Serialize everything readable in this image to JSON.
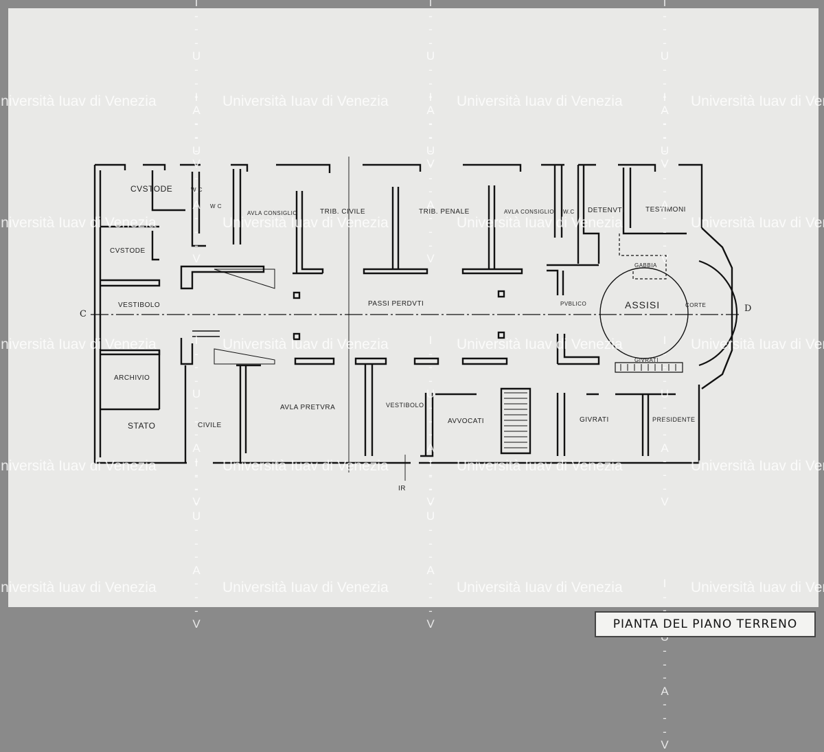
{
  "caption": "PIANTA DEL PIANO TERRENO",
  "rooms": {
    "custode_1": "CVSTODE",
    "wc_1": "W C",
    "wc_2": "W C",
    "aula_consiglio_1": "AVLA CONSIGLIO",
    "trib_civile": "TRIB. CIVILE",
    "trib_penale": "TRIB. PENALE",
    "aula_consiglio_2": "AVLA CONSIGLIO",
    "wc_3": "W.C",
    "detenuti": "DETENVTI",
    "testimoni": "TESTIMONI",
    "custode_2": "CVSTODE",
    "gabbia": "GABBIA",
    "vestibolo_1": "VESTIBOLO",
    "passi_perduti": "PASSI PERDVTI",
    "publico": "PVBLICO",
    "assisi": "ASSISI",
    "corte": "CORTE",
    "giurati_1": "GIVRATI",
    "archivio": "ARCHIVIO",
    "stato": "STATO",
    "civile": "CIVILE",
    "aula_pretura": "AVLA PRETVRA",
    "vestibolo_2": "VESTIBOLO",
    "avvocati": "AVVOCATI",
    "giurati_2": "GIVRATI",
    "presidente": "PRESIDENTE"
  },
  "section_labels": {
    "left": "C",
    "right": "D",
    "bottom": "IR"
  },
  "watermark": {
    "text": "Università Iuav di Venezia",
    "letters": [
      "I",
      "-",
      "-",
      "-",
      "U",
      "-",
      "-",
      "-",
      "A",
      "-",
      "-",
      "-",
      "V"
    ]
  },
  "colors": {
    "paper": "#e9e9e7",
    "ink": "#111111",
    "frame": "#8a8a8a"
  }
}
